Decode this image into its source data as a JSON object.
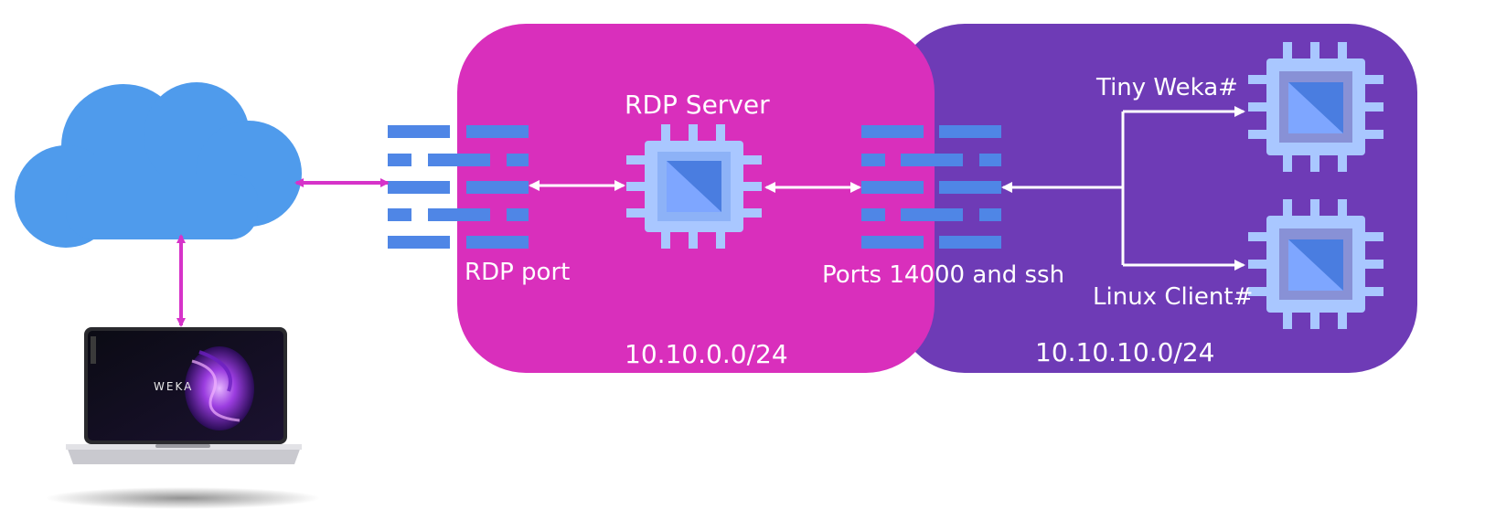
{
  "zones": {
    "rdp": {
      "subnet": "10.10.0.0/24",
      "color": "#d92fbc"
    },
    "weka": {
      "subnet": "10.10.10.0/24",
      "color": "#6e3bb6"
    }
  },
  "labels": {
    "rdp_server": "RDP Server",
    "rdp_port": "RDP port",
    "ports": "Ports 14000 and ssh",
    "tiny_weka": "Tiny Weka#",
    "linux_client": "Linux Client#"
  },
  "laptop": {
    "brand_text": "WEKA"
  },
  "colors": {
    "cloud": "#4f9bec",
    "firewall_bar": "#4f86e6",
    "chip_body": "#a9c7ff",
    "chip_core": "#5a8de8",
    "arrow_magenta": "#d633c9",
    "arrow_white": "#ffffff"
  },
  "icons": [
    "cloud-icon",
    "laptop-icon",
    "firewall-icon",
    "chip-icon"
  ]
}
